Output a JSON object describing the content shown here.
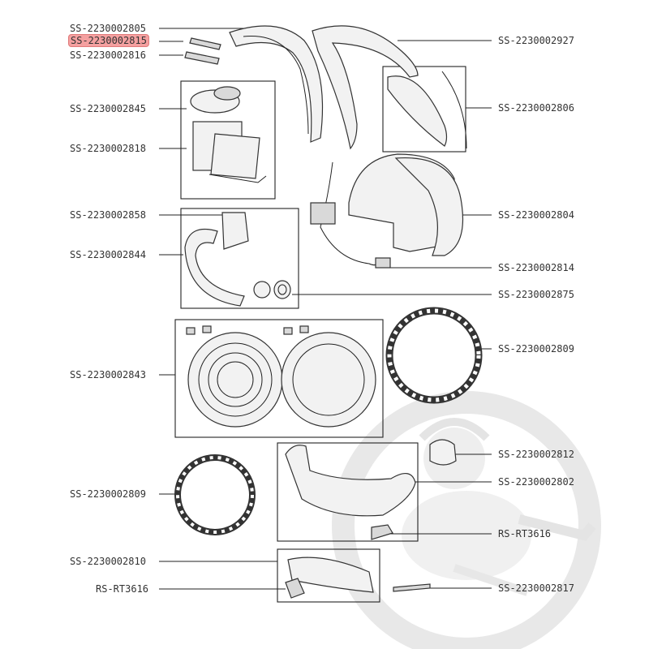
{
  "labels_left": [
    {
      "id": "l1",
      "text": "SS-2230002805",
      "highlight": false
    },
    {
      "id": "l2",
      "text": "SS-2230002815",
      "highlight": true
    },
    {
      "id": "l3",
      "text": "SS-2230002816",
      "highlight": false
    },
    {
      "id": "l4",
      "text": "SS-2230002845",
      "highlight": false
    },
    {
      "id": "l5",
      "text": "SS-2230002818",
      "highlight": false
    },
    {
      "id": "l6",
      "text": "SS-2230002858",
      "highlight": false
    },
    {
      "id": "l7",
      "text": "SS-2230002844",
      "highlight": false
    },
    {
      "id": "l8",
      "text": "SS-2230002843",
      "highlight": false
    },
    {
      "id": "l9",
      "text": "SS-2230002809",
      "highlight": false
    },
    {
      "id": "l10",
      "text": "SS-2230002810",
      "highlight": false
    },
    {
      "id": "l11",
      "text": "RS-RT3616",
      "highlight": false
    }
  ],
  "labels_right": [
    {
      "id": "r1",
      "text": "SS-2230002927"
    },
    {
      "id": "r2",
      "text": "SS-2230002806"
    },
    {
      "id": "r3",
      "text": "SS-2230002804"
    },
    {
      "id": "r4",
      "text": "SS-2230002814"
    },
    {
      "id": "r5",
      "text": "SS-2230002875"
    },
    {
      "id": "r6",
      "text": "SS-2230002809"
    },
    {
      "id": "r7",
      "text": "SS-2230002812"
    },
    {
      "id": "r8",
      "text": "SS-2230002802"
    },
    {
      "id": "r9",
      "text": "RS-RT3616"
    },
    {
      "id": "r10",
      "text": "SS-2230002817"
    }
  ],
  "colors": {
    "highlight": "#f4a0a0",
    "watermark": "#e4e4e4",
    "line": "#222222"
  },
  "watermark_icon": "vacuum-mascot-watermark"
}
